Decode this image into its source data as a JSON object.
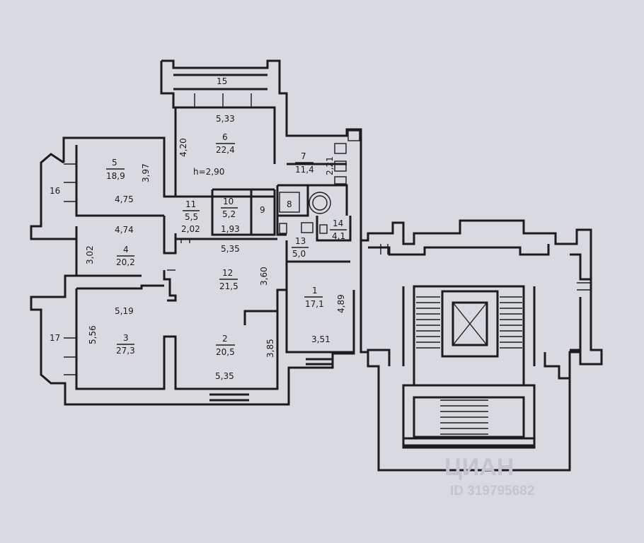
{
  "room_labels": {
    "r15": "15",
    "r6_width": "5,33",
    "r6_height": "4,20",
    "r6_num": "6",
    "r6_area": "22,4",
    "ceiling": "h=2,90",
    "r5_num": "5",
    "r5_area": "18,9",
    "r5_len": "3,97",
    "r5_width": "4,75",
    "r16": "16",
    "r7_num": "7",
    "r7_area": "11,4",
    "r7_len": "2,21",
    "r8": "8",
    "r9": "9",
    "r11_num": "11",
    "r11_area": "5,5",
    "r11_len": "2,02",
    "r10_num": "10",
    "r10_area": "5,2",
    "r10_len": "1,93",
    "r14_num": "14",
    "r14_area": "4,1",
    "r13_num": "13",
    "r13_area": "5,0",
    "r4_width": "4,74",
    "r4_len": "3,02",
    "r4_num": "4",
    "r4_area": "20,2",
    "corr_len": "5,35",
    "r12_num": "12",
    "r12_area": "21,5",
    "r12_len": "3,60",
    "r1_num": "1",
    "r1_area": "17,1",
    "r1_len": "4,89",
    "r1_width": "3,51",
    "r3_width": "5,19",
    "r3_len": "5,56",
    "r3_num": "3",
    "r3_area": "27,3",
    "r17": "17",
    "r2_num": "2",
    "r2_area": "20,5",
    "r2_len": "3,85",
    "r2_width": "5,35"
  },
  "watermark": {
    "brand": "ЦИАН",
    "id": "ID 319795682"
  }
}
